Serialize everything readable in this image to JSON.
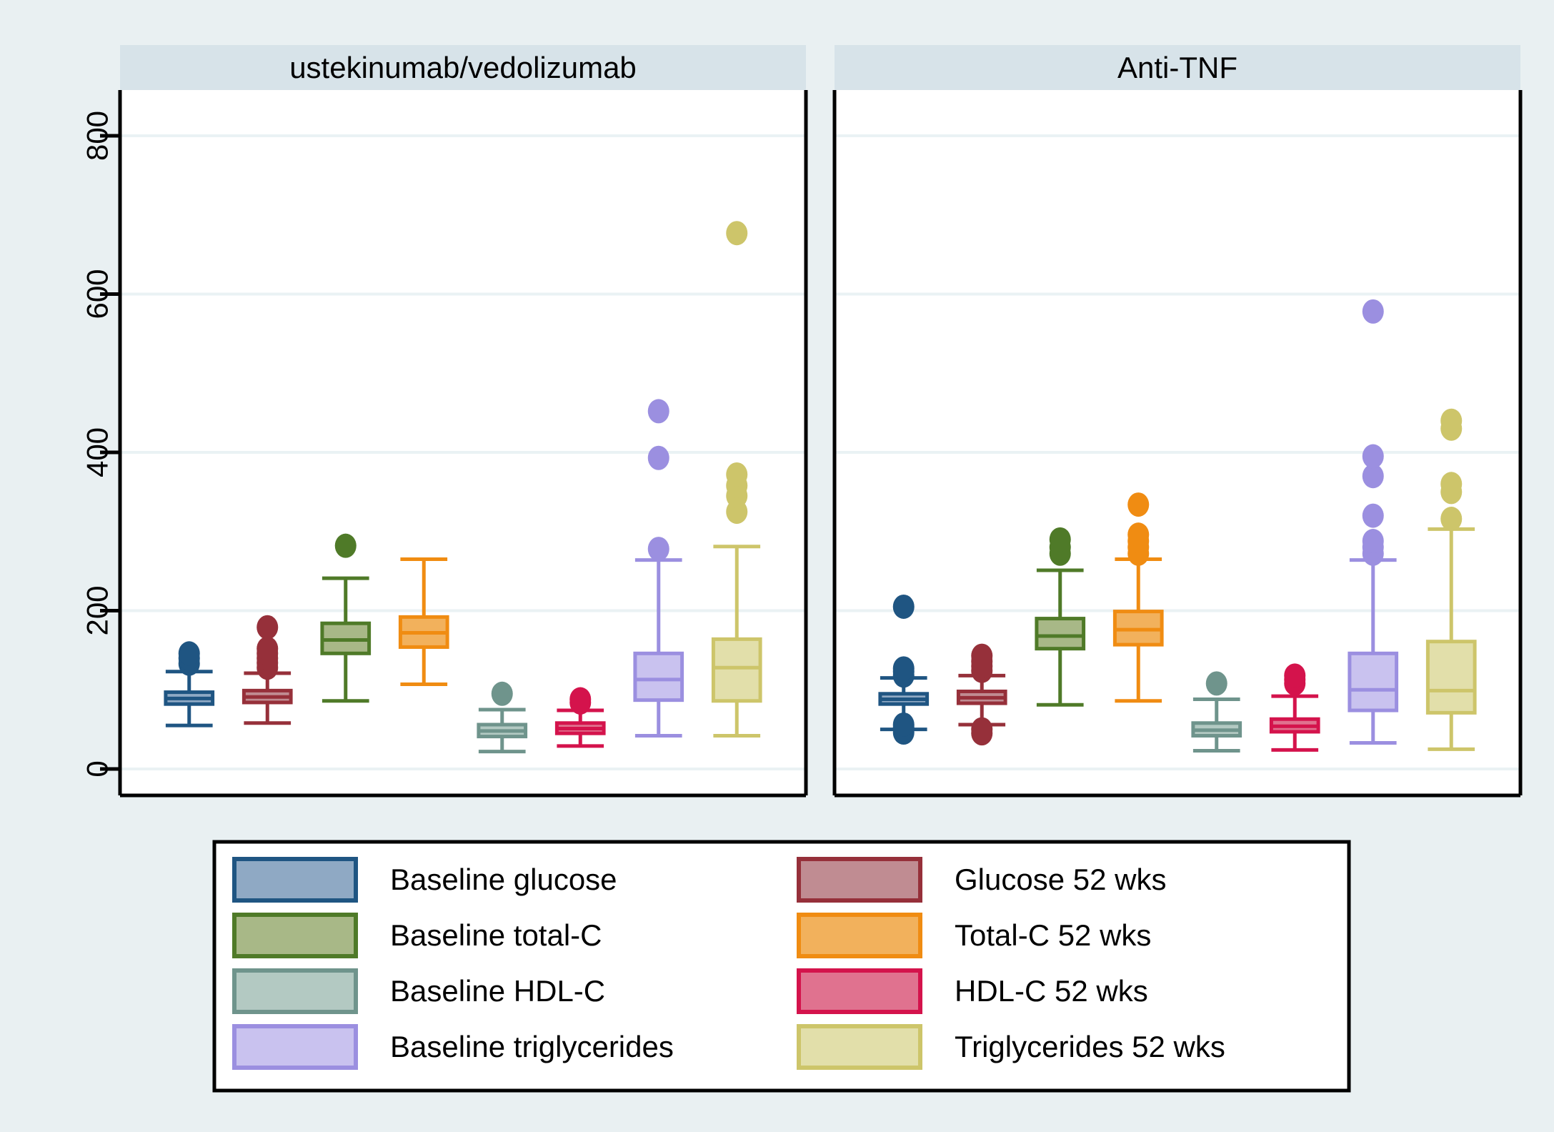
{
  "figure": {
    "background_color": "#e9f0f2",
    "panel_header_color": "#d7e3e9",
    "plot_background": "#ffffff",
    "gridline_color": "#eaf2f4"
  },
  "chart_data": {
    "type": "box",
    "title": "",
    "xlabel": "",
    "ylabel": "",
    "ylim": [
      -40,
      860
    ],
    "yticks": [
      0,
      200,
      400,
      600,
      800
    ],
    "ytick_labels": [
      "0",
      "200",
      "400",
      "600",
      "800"
    ],
    "grid": true,
    "legend_position": "bottom",
    "panels": [
      {
        "name": "ustekinumab/vedolizumab",
        "label": "ustekinumab/vedolizumab",
        "series": [
          {
            "name": "Baseline glucose",
            "fill": "#8fa9c4",
            "stroke": "#1f5582",
            "whisker_low": 55,
            "q1": 82,
            "median": 89,
            "q3": 97,
            "whisker_high": 123,
            "outliers": [
              133,
              140,
              146
            ]
          },
          {
            "name": "Glucose 52 wks",
            "fill": "#c08c92",
            "stroke": "#96303a",
            "whisker_low": 58,
            "q1": 84,
            "median": 91,
            "q3": 99,
            "whisker_high": 121,
            "outliers": [
              128,
              134,
              140,
              146,
              152,
              179
            ]
          },
          {
            "name": "Baseline total-C",
            "fill": "#a8b887",
            "stroke": "#4f7a28",
            "whisker_low": 86,
            "q1": 146,
            "median": 163,
            "q3": 184,
            "whisker_high": 241,
            "outliers": [
              282
            ]
          },
          {
            "name": "Total-C 52 wks",
            "fill": "#f2b15c",
            "stroke": "#f08c12",
            "whisker_low": 107,
            "q1": 154,
            "median": 172,
            "q3": 192,
            "whisker_high": 265,
            "outliers": []
          },
          {
            "name": "Baseline HDL-C",
            "fill": "#b3c9c2",
            "stroke": "#6f948c",
            "whisker_low": 22,
            "q1": 41,
            "median": 48,
            "q3": 56,
            "whisker_high": 75,
            "outliers": [
              95
            ]
          },
          {
            "name": "HDL-C 52 wks",
            "fill": "#e0728f",
            "stroke": "#d4134c",
            "whisker_low": 29,
            "q1": 45,
            "median": 51,
            "q3": 58,
            "whisker_high": 74,
            "outliers": [
              84,
              88
            ]
          },
          {
            "name": "Baseline triglycerides",
            "fill": "#c9c2ef",
            "stroke": "#9b8fe0",
            "whisker_low": 42,
            "q1": 87,
            "median": 113,
            "q3": 146,
            "whisker_high": 264,
            "outliers": [
              278,
              393,
              452
            ]
          },
          {
            "name": "Triglycerides 52 wks",
            "fill": "#e2dfaa",
            "stroke": "#cdc56a",
            "whisker_low": 42,
            "q1": 86,
            "median": 128,
            "q3": 164,
            "whisker_high": 281,
            "outliers": [
              325,
              345,
              358,
              372,
              677
            ]
          }
        ]
      },
      {
        "name": "Anti-TNF",
        "label": "Anti-TNF",
        "series": [
          {
            "name": "Baseline glucose",
            "fill": "#8fa9c4",
            "stroke": "#1f5582",
            "whisker_low": 50,
            "q1": 82,
            "median": 88,
            "q3": 95,
            "whisker_high": 115,
            "outliers": [
              46,
              52,
              56,
              118,
              123,
              127,
              205
            ]
          },
          {
            "name": "Glucose 52 wks",
            "fill": "#c08c92",
            "stroke": "#96303a",
            "whisker_low": 56,
            "q1": 83,
            "median": 90,
            "q3": 98,
            "whisker_high": 118,
            "outliers": [
              45,
              50,
              124,
              130,
              136,
              143
            ]
          },
          {
            "name": "Baseline total-C",
            "fill": "#a8b887",
            "stroke": "#4f7a28",
            "whisker_low": 81,
            "q1": 152,
            "median": 168,
            "q3": 190,
            "whisker_high": 251,
            "outliers": [
              272,
              280,
              290
            ]
          },
          {
            "name": "Total-C 52 wks",
            "fill": "#f2b15c",
            "stroke": "#f08c12",
            "whisker_low": 86,
            "q1": 157,
            "median": 176,
            "q3": 199,
            "whisker_high": 265,
            "outliers": [
              272,
              280,
              288,
              296,
              334
            ]
          },
          {
            "name": "Baseline HDL-C",
            "fill": "#b3c9c2",
            "stroke": "#6f948c",
            "whisker_low": 23,
            "q1": 42,
            "median": 49,
            "q3": 58,
            "whisker_high": 88,
            "outliers": [
              108
            ]
          },
          {
            "name": "HDL-C 52 wks",
            "fill": "#e0728f",
            "stroke": "#d4134c",
            "whisker_low": 24,
            "q1": 47,
            "median": 54,
            "q3": 63,
            "whisker_high": 92,
            "outliers": [
              108,
              113,
              118
            ]
          },
          {
            "name": "Baseline triglycerides",
            "fill": "#c9c2ef",
            "stroke": "#9b8fe0",
            "whisker_low": 33,
            "q1": 74,
            "median": 100,
            "q3": 146,
            "whisker_high": 264,
            "outliers": [
              272,
              280,
              288,
              320,
              370,
              395,
              578
            ]
          },
          {
            "name": "Triglycerides 52 wks",
            "fill": "#e2dfaa",
            "stroke": "#cdc56a",
            "whisker_low": 25,
            "q1": 71,
            "median": 99,
            "q3": 161,
            "whisker_high": 303,
            "outliers": [
              316,
              350,
              360,
              430,
              440
            ]
          }
        ]
      }
    ],
    "legend": {
      "columns": [
        [
          {
            "label": "Baseline glucose",
            "fill": "#8fa9c4",
            "stroke": "#1f5582"
          },
          {
            "label": "Baseline total-C",
            "fill": "#a8b887",
            "stroke": "#4f7a28"
          },
          {
            "label": "Baseline HDL-C",
            "fill": "#b3c9c2",
            "stroke": "#6f948c"
          },
          {
            "label": "Baseline triglycerides",
            "fill": "#c9c2ef",
            "stroke": "#9b8fe0"
          }
        ],
        [
          {
            "label": "Glucose 52 wks",
            "fill": "#c08c92",
            "stroke": "#96303a"
          },
          {
            "label": "Total-C 52 wks",
            "fill": "#f2b15c",
            "stroke": "#f08c12"
          },
          {
            "label": "HDL-C 52 wks",
            "fill": "#e0728f",
            "stroke": "#d4134c"
          },
          {
            "label": "Triglycerides 52 wks",
            "fill": "#e2dfaa",
            "stroke": "#cdc56a"
          }
        ]
      ]
    }
  }
}
